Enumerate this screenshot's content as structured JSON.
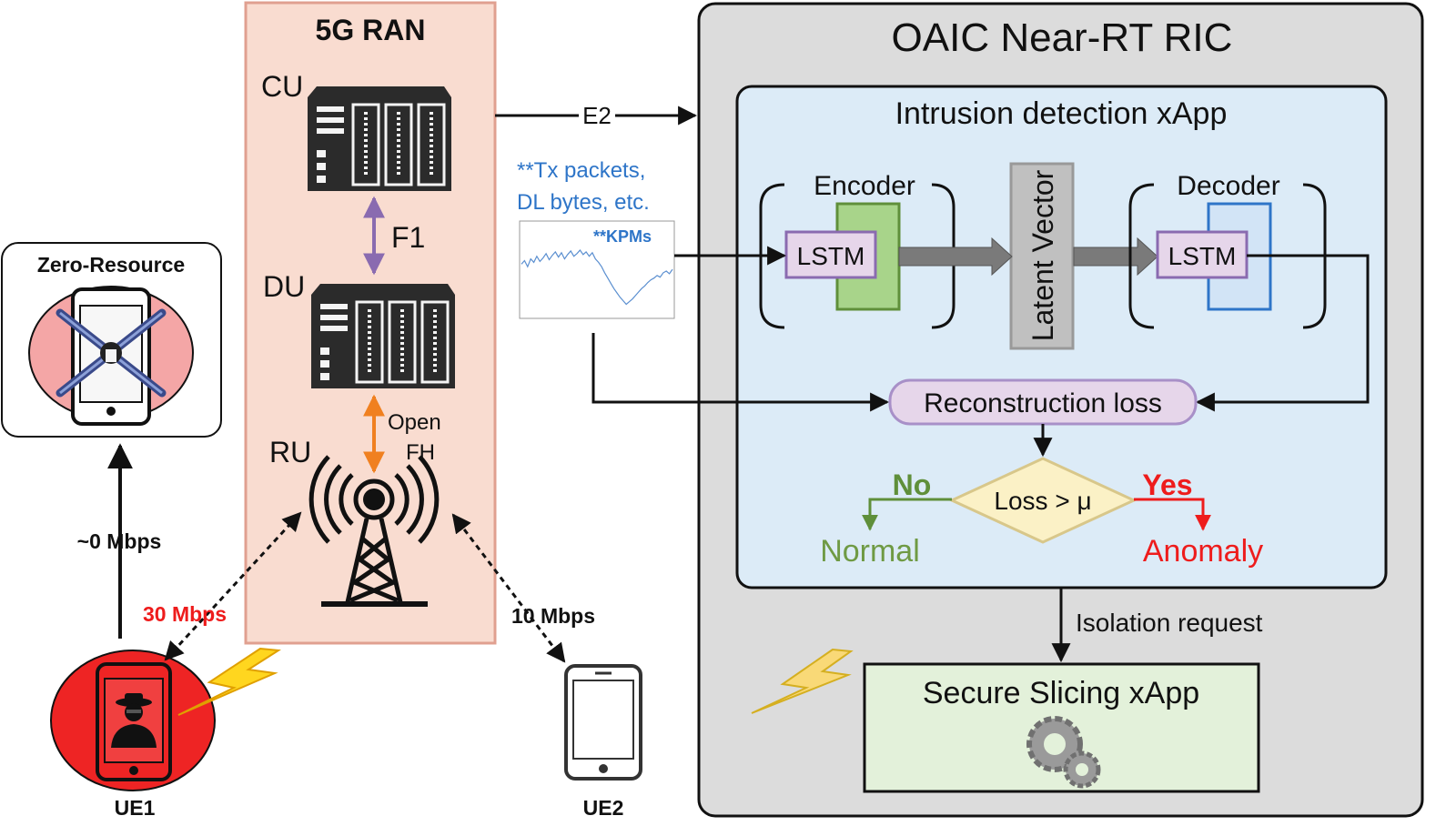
{
  "ran": {
    "title": "5G RAN",
    "cu_label": "CU",
    "du_label": "DU",
    "ru_label": "RU",
    "f1_label": "F1",
    "openfh_line1": "Open",
    "openfh_line2": "FH"
  },
  "zero_resource": {
    "title": "Zero-Resource"
  },
  "links": {
    "e2_label": "E2",
    "ue1_to_zero": "~0 Mbps",
    "ue1_rate": "30 Mbps",
    "ue2_rate": "10 Mbps",
    "isolation": "Isolation request"
  },
  "kpm": {
    "line1": "**Tx packets,",
    "line2": "DL bytes, etc.",
    "tag": "**KPMs",
    "series": [
      0.42,
      0.38,
      0.45,
      0.36,
      0.4,
      0.33,
      0.39,
      0.35,
      0.3,
      0.37,
      0.32,
      0.28,
      0.34,
      0.29,
      0.36,
      0.31,
      0.27,
      0.33,
      0.3,
      0.26,
      0.31,
      0.28,
      0.33,
      0.29,
      0.36,
      0.4,
      0.45,
      0.52,
      0.58,
      0.64,
      0.7,
      0.75,
      0.8,
      0.84,
      0.88,
      0.85,
      0.82,
      0.78,
      0.74,
      0.7,
      0.67,
      0.63,
      0.6,
      0.58,
      0.55,
      0.57,
      0.52,
      0.5,
      0.53,
      0.48
    ]
  },
  "ric": {
    "title": "OAIC Near-RT RIC",
    "ids_title": "Intrusion detection xApp",
    "encoder": "Encoder",
    "decoder": "Decoder",
    "lstm": "LSTM",
    "latent": "Latent Vector",
    "recon": "Reconstruction loss",
    "decision": "Loss > μ",
    "no": "No",
    "yes": "Yes",
    "normal": "Normal",
    "anomaly": "Anomaly",
    "slicing": "Secure Slicing xApp"
  },
  "ues": {
    "ue1": "UE1",
    "ue2": "UE2"
  },
  "colors": {
    "ran_fill": "#f9dcd0",
    "ran_border": "#e0a090",
    "ric_fill": "#dcdcdc",
    "ids_fill": "#dcebf7",
    "slicing_fill": "#e3f1da",
    "lstm_fill": "#e6d6ea",
    "red": "#ee1c1c",
    "green": "#5f8f3a",
    "blue": "#2e75c8",
    "orange": "#f08020",
    "purple": "#8a6bb0"
  }
}
